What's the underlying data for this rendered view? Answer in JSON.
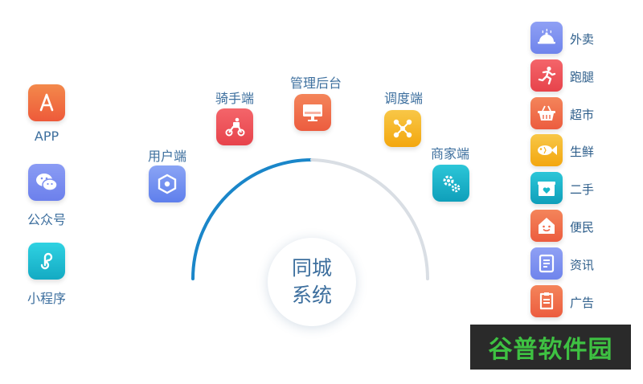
{
  "left_platforms": [
    {
      "label": "APP",
      "icon": "app-store-icon",
      "color": "#f16b3f"
    },
    {
      "label": "公众号",
      "icon": "wechat-icon",
      "color": "#7b8ef0"
    },
    {
      "label": "小程序",
      "icon": "mini-program-icon",
      "color": "#1fbcd0"
    }
  ],
  "center": {
    "line1": "同城",
    "line2": "系统"
  },
  "arc_nodes": [
    {
      "label": "用户端",
      "icon": "user-hexagon-icon",
      "color": "#6f8ef0"
    },
    {
      "label": "骑手端",
      "icon": "scooter-rider-icon",
      "color": "#ee4f53"
    },
    {
      "label": "管理后台",
      "icon": "monitor-icon",
      "color": "#f1684a"
    },
    {
      "label": "调度端",
      "icon": "dispatch-nodes-icon",
      "color": "#f6b21d"
    },
    {
      "label": "商家端",
      "icon": "gears-icon",
      "color": "#17b0c7"
    }
  ],
  "services": [
    {
      "label": "外卖",
      "icon": "food-cloche-icon",
      "color": "#7d90f0"
    },
    {
      "label": "跑腿",
      "icon": "running-man-icon",
      "color": "#ee4f53"
    },
    {
      "label": "超市",
      "icon": "shopping-basket-icon",
      "color": "#f1684a"
    },
    {
      "label": "生鲜",
      "icon": "fish-icon",
      "color": "#f6b21d"
    },
    {
      "label": "二手",
      "icon": "box-heart-icon",
      "color": "#17b7c9"
    },
    {
      "label": "便民",
      "icon": "house-smile-icon",
      "color": "#f1684a"
    },
    {
      "label": "资讯",
      "icon": "document-icon",
      "color": "#7d90f0"
    },
    {
      "label": "广告",
      "icon": "ad-note-icon",
      "color": "#f1684a"
    }
  ],
  "watermark": "谷普软件园"
}
